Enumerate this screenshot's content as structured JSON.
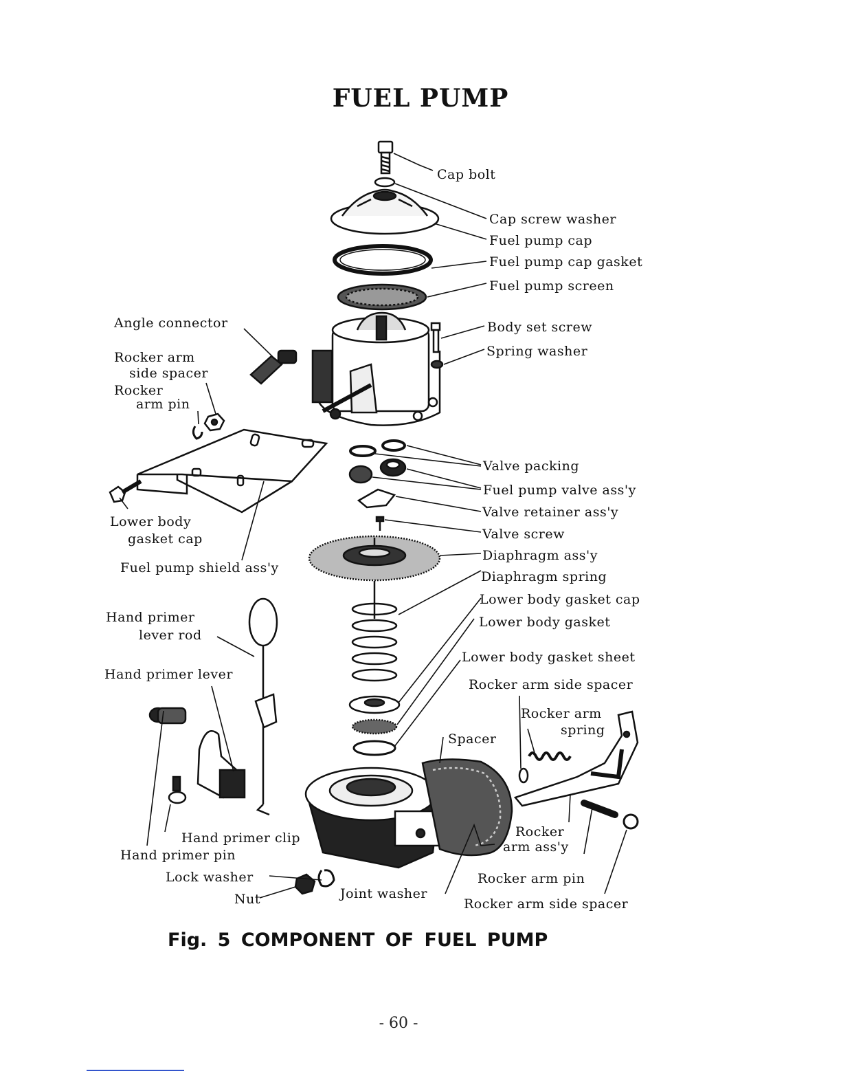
{
  "page": {
    "title": "FUEL PUMP",
    "page_number": "- 60 -"
  },
  "figure": {
    "caption": "Fig. 5 COMPONENT OF FUEL PUMP"
  },
  "labels": [
    "Cap bolt",
    "Cap screw washer",
    "Fuel pump cap",
    "Fuel pump cap gasket",
    "Fuel pump screen",
    "Body set screw",
    "Spring washer",
    "Angle connector",
    "Rocker arm",
    "side spacer",
    "Rocker",
    "arm pin",
    "Valve packing",
    "Fuel pump valve ass'y",
    "Valve retainer ass'y",
    "Valve screw",
    "Diaphragm ass'y",
    "Diaphragm spring",
    "Lower body gasket cap",
    "Lower body gasket",
    "Lower body gasket sheet",
    "Rocker arm side spacer",
    "Lower body",
    "gasket cap",
    "Fuel pump shield ass'y",
    "Hand primer",
    "lever rod",
    "Hand primer lever",
    "Rocker arm",
    "spring",
    "Spacer",
    "Hand primer clip",
    "Hand primer pin",
    "Lock washer",
    "Nut",
    "Joint washer",
    "Rocker",
    "arm ass'y",
    "Rocker arm pin",
    "Rocker arm side spacer"
  ]
}
